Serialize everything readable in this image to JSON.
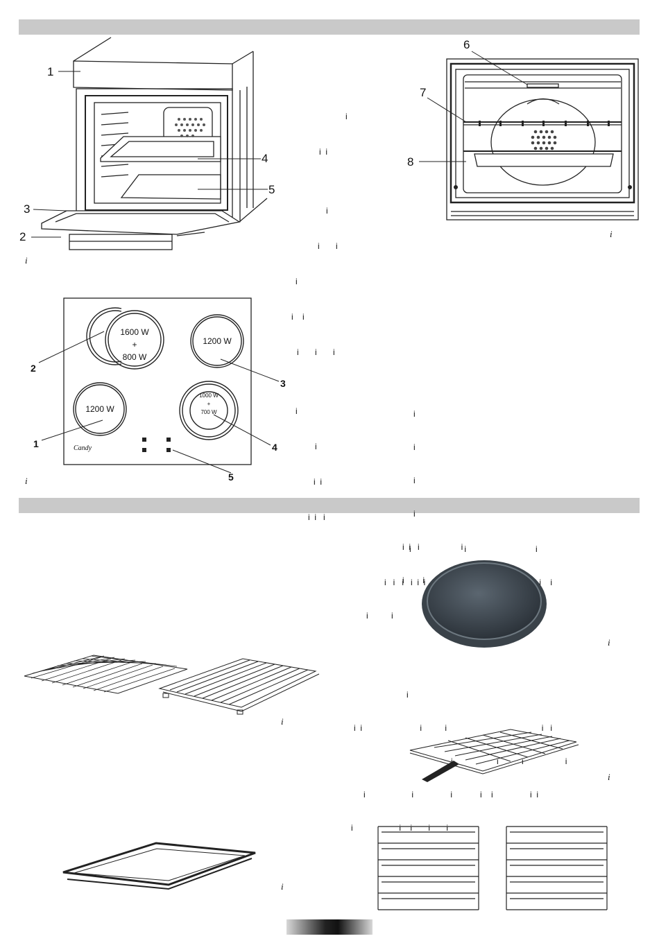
{
  "oven_front": {
    "callouts": [
      "1",
      "2",
      "3",
      "4",
      "5"
    ],
    "caption": "i"
  },
  "oven_interior": {
    "callouts": [
      "6",
      "7",
      "8"
    ],
    "caption": "i"
  },
  "hob": {
    "zones": {
      "dual_large": [
        "1600 W",
        "+",
        "800 W"
      ],
      "top_right": "1200 W",
      "bottom_left": "1200 W",
      "dual_small": [
        "1000 W",
        "+",
        "700 W"
      ]
    },
    "brand": "Candy",
    "callouts": [
      "1",
      "2",
      "3",
      "4",
      "5"
    ],
    "caption": "i"
  },
  "fragments": {
    "col1": [
      "i",
      "i  i",
      "",
      "i",
      "i       i",
      "i",
      "i    i",
      "i       i       i",
      "",
      "i",
      "i",
      "i  i",
      "i  i   i"
    ],
    "col2": [
      "i",
      "i",
      "i",
      "i",
      "i  i   i                  i",
      "i        i     i"
    ],
    "para1": [
      "i                       i                              i",
      "i   i   i   i  i  i       i i                           i i          i    i",
      "i          i"
    ],
    "para2": [
      "i",
      "i  i                         i          i                                         i   i",
      "i                   i          i                  i",
      "i                    i                i            i    i                i  i",
      "i                    i    i       i       i"
    ]
  },
  "accessories": {
    "pizza_tray_caption": "i",
    "grids_caption": "i",
    "grill_caption": "i",
    "tray_caption": "i"
  }
}
